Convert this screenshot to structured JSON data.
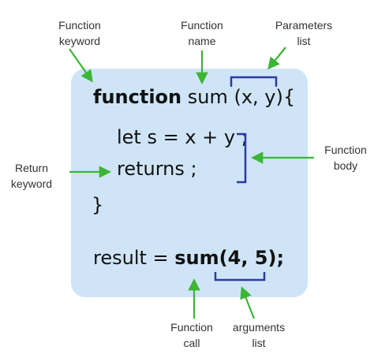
{
  "code": {
    "line1": {
      "keyword": "function",
      "rest": " sum (x, y){"
    },
    "line2": "let s = x + y ;",
    "line3": "returns ;",
    "line4": "}",
    "line5": {
      "plain": "result = ",
      "bold": "sum(4, 5);"
    }
  },
  "labels": {
    "function_keyword": [
      "Function",
      "keyword"
    ],
    "function_name": [
      "Function",
      "name"
    ],
    "parameters_list": [
      "Parameters",
      "list"
    ],
    "function_body": [
      "Function",
      "body"
    ],
    "return_keyword": [
      "Return",
      "keyword"
    ],
    "function_call": [
      "Function",
      "call"
    ],
    "arguments_list": [
      "arguments",
      "list"
    ]
  },
  "colors": {
    "box": "#cfe5f7",
    "arrow": "#3db535",
    "bracket": "#2b3aa0",
    "code": "#111111",
    "label": "#333333"
  }
}
